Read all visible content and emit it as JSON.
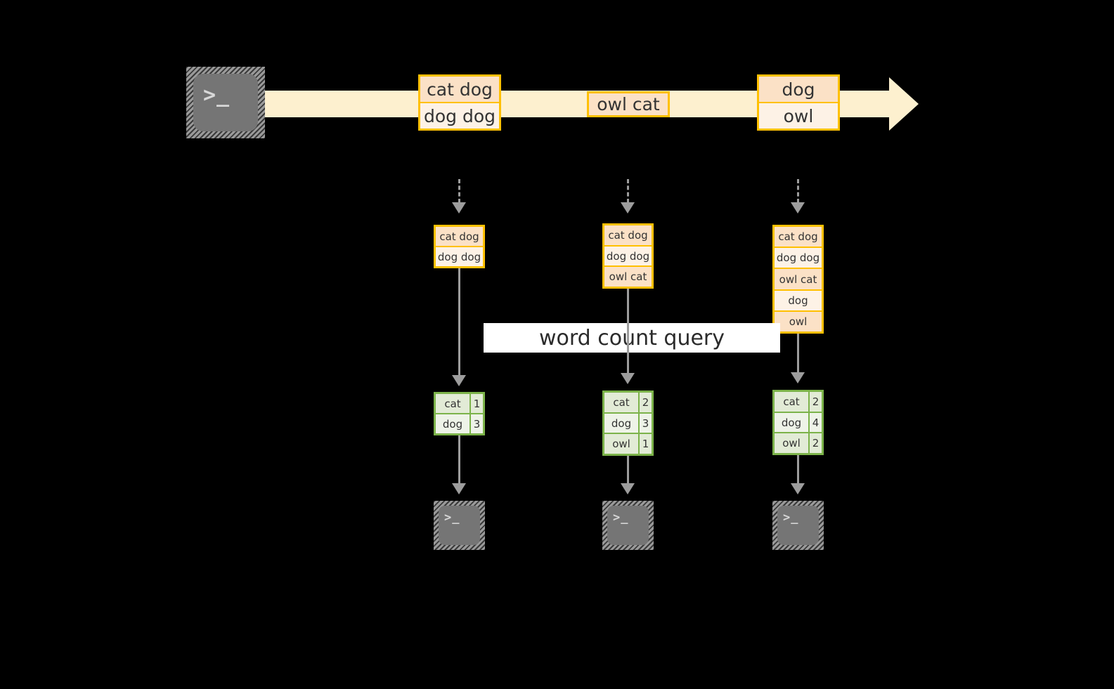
{
  "diagram": {
    "title": "word count query",
    "colors": {
      "batch_border": "#ffc000",
      "batch_fill_dark": "#fbe1c6",
      "batch_fill_light": "#fdf2e6",
      "result_border": "#7cb34a",
      "result_fill_dark": "#e2ebd6",
      "result_fill_light": "#eef3e8",
      "timeline": "#fdf0cf",
      "connector": "#9d9d9d",
      "terminal": "#757575",
      "band_bg": "#ffffff"
    }
  },
  "source_terminal": {
    "icon": "terminal-icon",
    "prompt": ">_"
  },
  "timeline": {
    "icon": "right-arrow-icon",
    "arrivals": [
      {
        "lines": [
          "cat dog",
          "dog dog"
        ]
      },
      {
        "lines": [
          "owl cat"
        ]
      },
      {
        "lines": [
          "dog",
          "owl"
        ]
      }
    ]
  },
  "columns": [
    {
      "dash_arrow": "dashed-down-arrow-icon",
      "micro_batch": {
        "lines": [
          "cat dog",
          "dog dog"
        ]
      },
      "arrow": "down-arrow-icon",
      "result": {
        "rows": [
          {
            "word": "cat",
            "count": "1"
          },
          {
            "word": "dog",
            "count": "3"
          }
        ]
      },
      "sink_terminal": {
        "icon": "terminal-icon",
        "prompt": ">_"
      }
    },
    {
      "dash_arrow": "dashed-down-arrow-icon",
      "micro_batch": {
        "lines": [
          "cat dog",
          "dog dog",
          "owl cat"
        ]
      },
      "arrow": "down-arrow-icon",
      "result": {
        "rows": [
          {
            "word": "cat",
            "count": "2"
          },
          {
            "word": "dog",
            "count": "3"
          },
          {
            "word": "owl",
            "count": "1"
          }
        ]
      },
      "sink_terminal": {
        "icon": "terminal-icon",
        "prompt": ">_"
      }
    },
    {
      "dash_arrow": "dashed-down-arrow-icon",
      "micro_batch": {
        "lines": [
          "cat dog",
          "dog dog",
          "owl cat",
          "dog",
          "owl"
        ]
      },
      "arrow": "down-arrow-icon",
      "result": {
        "rows": [
          {
            "word": "cat",
            "count": "2"
          },
          {
            "word": "dog",
            "count": "4"
          },
          {
            "word": "owl",
            "count": "2"
          }
        ]
      },
      "sink_terminal": {
        "icon": "terminal-icon",
        "prompt": ">_"
      }
    }
  ]
}
